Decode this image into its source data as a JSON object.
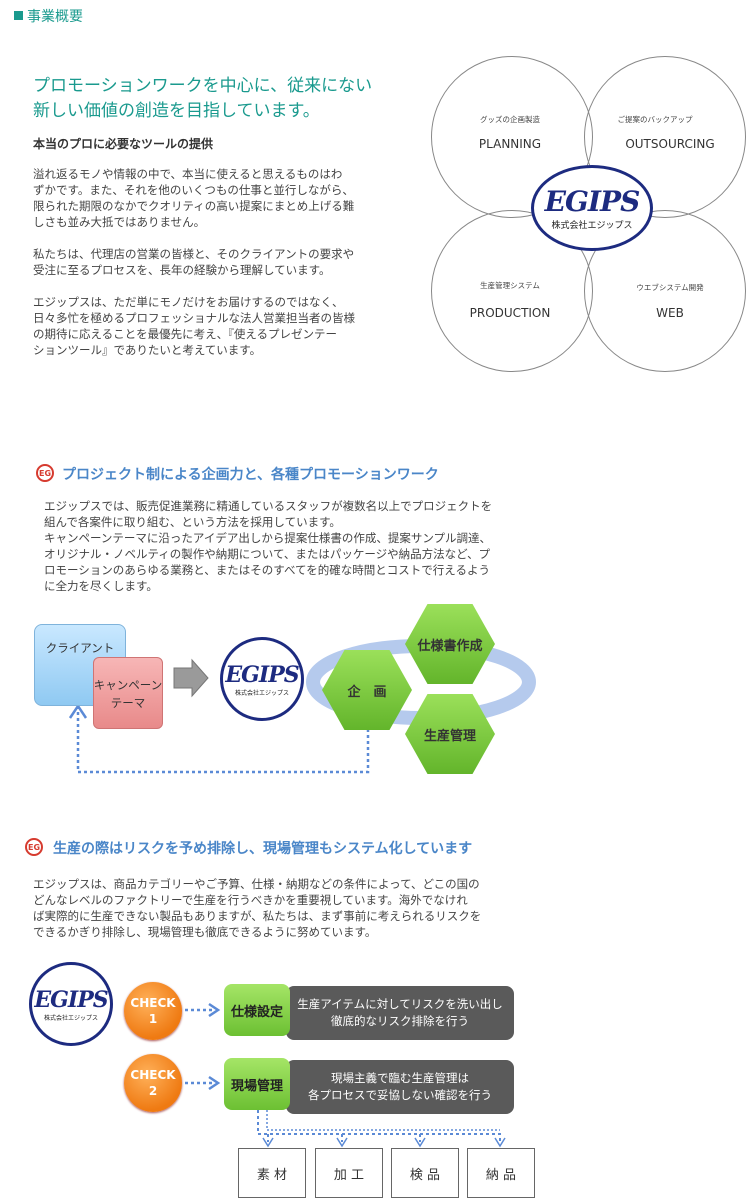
{
  "section_title": "事業概要",
  "intro": {
    "lead_line1": "プロモーションワークを中心に、従来にない",
    "lead_line2": "新しい価値の創造を目指しています。",
    "subhead": "本当のプロに必要なツールの提供",
    "p1_l1": "溢れ返るモノや情報の中で、本当に使えると思えるものはわ",
    "p1_l2": "ずかです。また、それを他のいくつもの仕事と並行しながら、",
    "p1_l3": "限られた期限のなかでクオリティの高い提案にまとめ上げる難",
    "p1_l4": "しさも並み大抵ではありません。",
    "p2_l1": "私たちは、代理店の営業の皆様と、そのクライアントの要求や",
    "p2_l2": "受注に至るプロセスを、長年の経験から理解しています。",
    "p3_l1": "エジップスは、ただ単にモノだけをお届けするのではなく、",
    "p3_l2": "日々多忙を極めるプロフェッショナルな法人営業担当者の皆様",
    "p3_l3": "の期待に応えることを最優先に考え、『使えるプレゼンテー",
    "p3_l4": "ションツール』でありたいと考えています。"
  },
  "circles": {
    "planning_sub": "グッズの企画製造",
    "planning": "PLANNING",
    "outsourcing_sub": "ご提案のバックアップ",
    "outsourcing": "OUTSOURCING",
    "production_sub": "生産管理システム",
    "production": "PRODUCTION",
    "web_sub": "ウエブシステム開発",
    "web": "WEB"
  },
  "logo": {
    "mark": "EGIPS",
    "company": "株式会社エジップス"
  },
  "project": {
    "heading": "プロジェクト制による企画力と、各種プロモーションワーク",
    "l1": "エジップスでは、販売促進業務に精通しているスタッフが複数名以上でプロジェクトを",
    "l2": "組んで各案件に取り組む、という方法を採用しています。",
    "l3": "キャンペーンテーマに沿ったアイデア出しから提案仕様書の作成、提案サンプル調達、",
    "l4": "オリジナル・ノベルティの製作や納期について、またはパッケージや納品方法など、プ",
    "l5": "ロモーションのあらゆる業務と、またはそのすべてを的確な時間とコストで行えるよう",
    "l6": "に全力を尽くします。",
    "client": "クライアント",
    "campaign_l1": "キャンペーン",
    "campaign_l2": "テーマ",
    "hex_plan": "企　画",
    "hex_spec": "仕様書作成",
    "hex_prod": "生産管理"
  },
  "production": {
    "heading": "生産の際はリスクを予め排除し、現場管理もシステム化しています",
    "l1": "エジップスは、商品カテゴリーやご予算、仕様・納期などの条件によって、どこの国の",
    "l2": "どんなレベルのファクトリーで生産を行うべきかを重要視しています。海外でなけれ",
    "l3": "ば実際的に生産できない製品もありますが、私たちは、まず事前に考えられるリスクを",
    "l4": "できるかぎり排除し、現場管理も徹底できるように努めています。",
    "check_word": "CHECK",
    "check1_num": "1",
    "check2_num": "2",
    "step1": "仕様設定",
    "step1_desc_l1": "生産アイテムに対してリスクを洗い出し",
    "step1_desc_l2": "徹底的なリスク排除を行う",
    "step2": "現場管理",
    "step2_desc_l1": "現場主義で臨む生産管理は",
    "step2_desc_l2": "各プロセスで妥協しない確認を行う",
    "flow": [
      "素 材",
      "加 工",
      "検 品",
      "納 品"
    ]
  },
  "colors": {
    "teal": "#1a9a8e",
    "heading_blue": "#4a86c8",
    "logo_navy": "#1d2b80",
    "brand_red": "#d63b2f"
  }
}
